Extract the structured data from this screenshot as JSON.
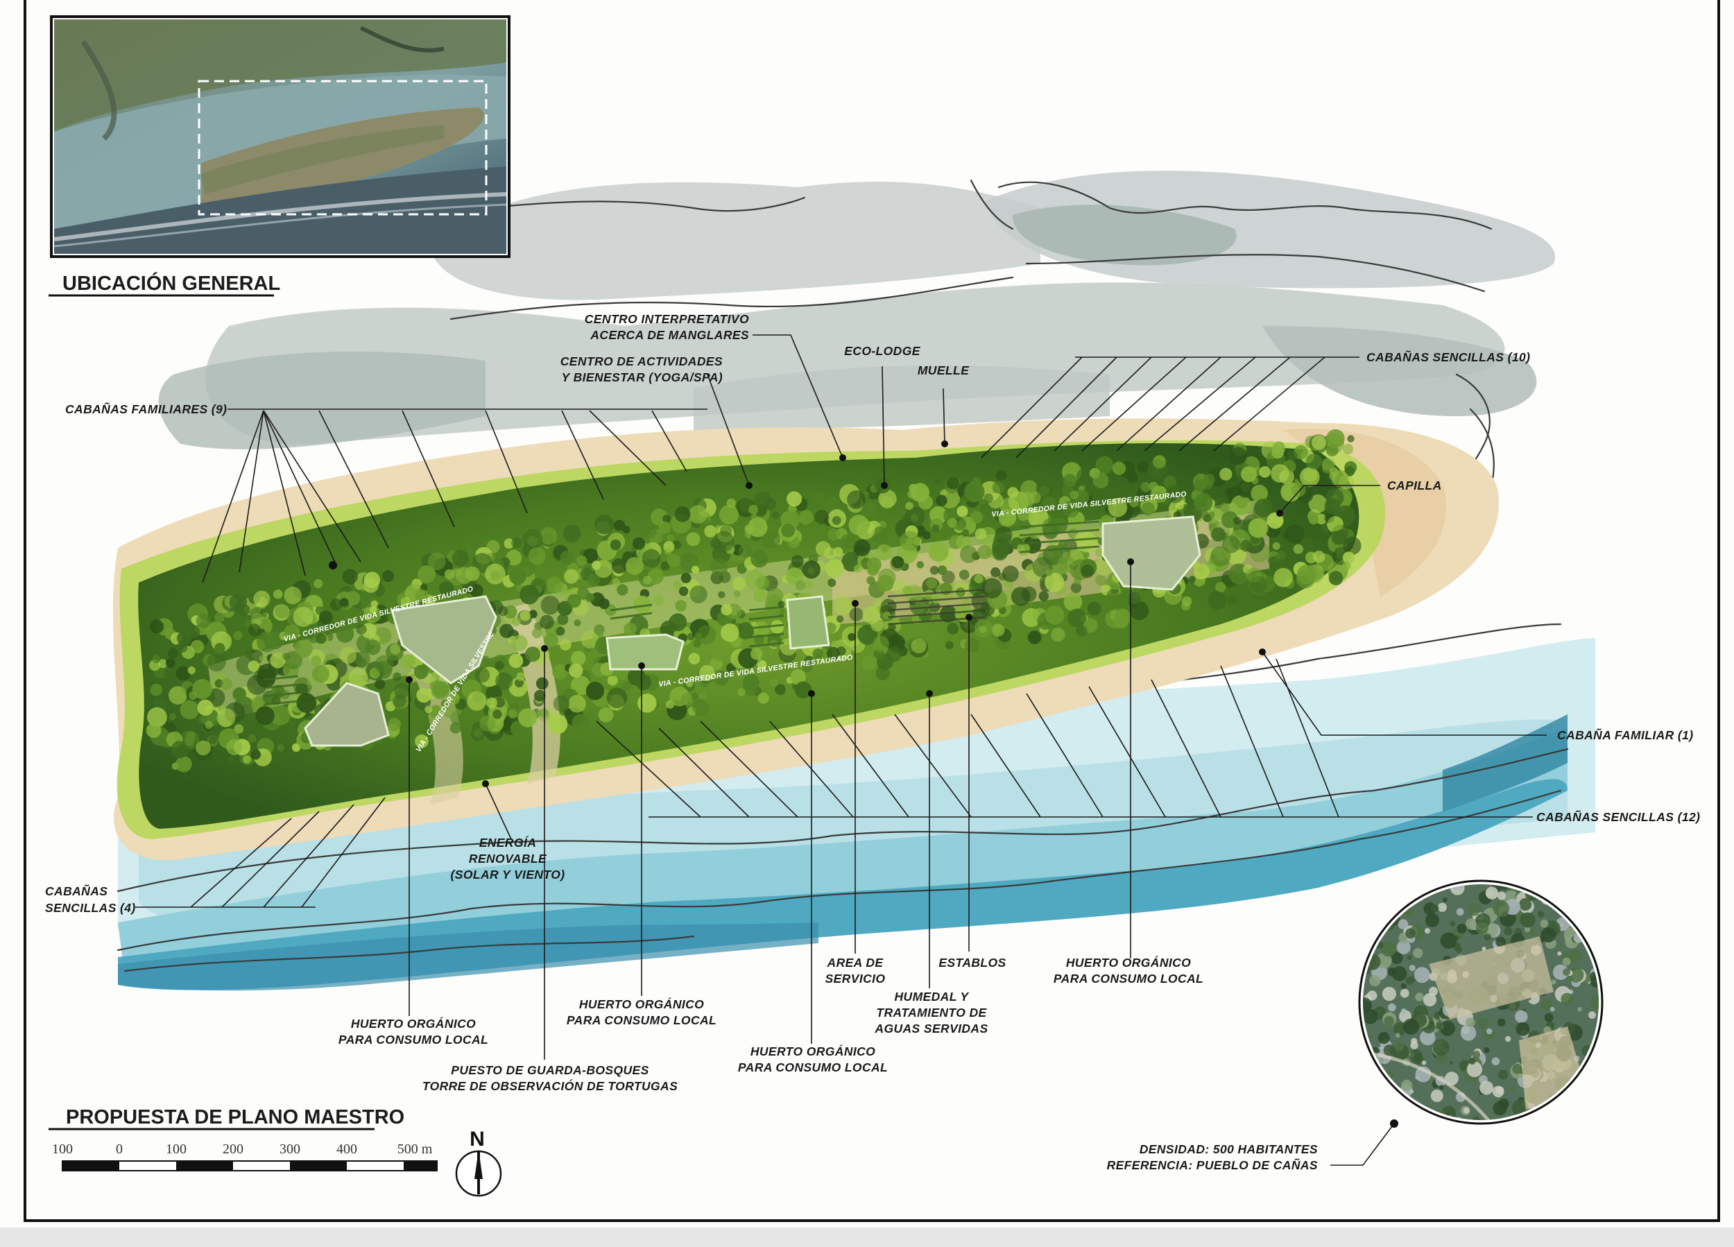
{
  "headings": {
    "location": "UBICACIÓN GENERAL",
    "masterplan": "PROPUESTA DE PLANO MAESTRO"
  },
  "scale_bar": {
    "labels": [
      "100",
      "0",
      "100",
      "200",
      "300",
      "400",
      "500 m"
    ]
  },
  "north_label": "N",
  "roads": [
    "VIA - CORREDOR DE VIDA SILVESTRE RESTAURADO",
    "VIA - CORREDOR DE VIDA SILVESTRE RESTAURADO",
    "VIA - CORREDOR DE VIDA SILVESTRE",
    "VIA - CORREDOR DE VIDA SILVESTRE RESTAURADO"
  ],
  "labels": {
    "centro_interpretativo": [
      "CENTRO INTERPRETATIVO",
      "ACERCA DE MANGLARES"
    ],
    "centro_actividades": [
      "CENTRO DE ACTIVIDADES",
      "Y BIENESTAR (YOGA/SPA)"
    ],
    "eco_lodge": "ECO-LODGE",
    "muelle": "MUELLE",
    "cabanas_sencillas_10": "CABAÑAS SENCILLAS (10)",
    "cabanas_familiares_9": "CABAÑAS FAMILIARES (9)",
    "capilla": "CAPILLA",
    "cabana_familiar_1": "CABAÑA FAMILIAR (1)",
    "cabanas_sencillas_12": "CABAÑAS SENCILLAS (12)",
    "cabanas_sencillas_4": [
      "CABAÑAS",
      "SENCILLAS (4)"
    ],
    "energia": [
      "ENERGÍA",
      "RENOVABLE",
      "(SOLAR Y VIENTO)"
    ],
    "area_servicio": [
      "AREA DE",
      "SERVICIO"
    ],
    "establos": "ESTABLOS",
    "huerto_right": [
      "HUERTO ORGÁNICO",
      "PARA CONSUMO LOCAL"
    ],
    "humedal": [
      "HUMEDAL Y",
      "TRATAMIENTO DE",
      "AGUAS SERVIDAS"
    ],
    "huerto_mid": [
      "HUERTO ORGÁNICO",
      "PARA CONSUMO LOCAL"
    ],
    "huerto_left": [
      "HUERTO ORGÁNICO",
      "PARA CONSUMO LOCAL"
    ],
    "huerto_low": [
      "HUERTO ORGÁNICO",
      "PARA CONSUMO LOCAL"
    ],
    "puesto": [
      "PUESTO DE GUARDA-BOSQUES",
      "TORRE DE OBSERVACIÓN DE TORTUGAS"
    ],
    "densidad": [
      "DENSIDAD: 500 HABITANTES",
      "REFERENCIA: PUEBLO DE CAÑAS"
    ]
  },
  "colors": {
    "forest_dark": "#2f5a1c",
    "forest_light": "#9cc43a",
    "sand": "#e8cfa5",
    "lagoon": "#a9bcb4",
    "sea_light": "#b9dfe6",
    "sea_deep": "#3d9bb5",
    "satellite": "#5b6e62"
  }
}
